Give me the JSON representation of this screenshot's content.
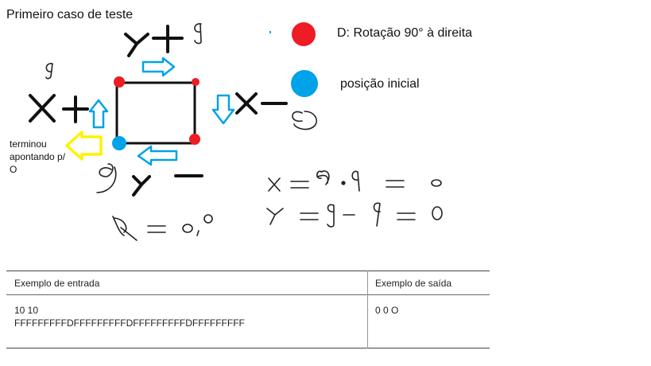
{
  "title": "Primeiro caso de teste",
  "legend": {
    "red_label": "D: Rotação 90° à direita",
    "blue_label": "posição inicial",
    "red_color": "#ee1c24",
    "blue_color": "#00a2e8"
  },
  "annotations": {
    "terminou": "terminou apontando p/ O",
    "arrow_color": "#00a2e8",
    "end_arrow_color": "#fff200"
  },
  "handwriting": {
    "y_plus": "Y+9",
    "x_plus": "X+",
    "x_plus_value": "9",
    "x_minus": "X−9",
    "y_minus": "9 Y −",
    "delta": "R = 0,0",
    "x_eq": "x = 9 - 9 = 0",
    "y_eq": "y = 9 - 9 = 0"
  },
  "table": {
    "header_input": "Exemplo de entrada",
    "header_output": "Exemplo de saída",
    "input_line1": "10 10",
    "input_line2": "FFFFFFFFFDFFFFFFFFFDFFFFFFFFFDFFFFFFFFF",
    "output": "0 0 O"
  }
}
